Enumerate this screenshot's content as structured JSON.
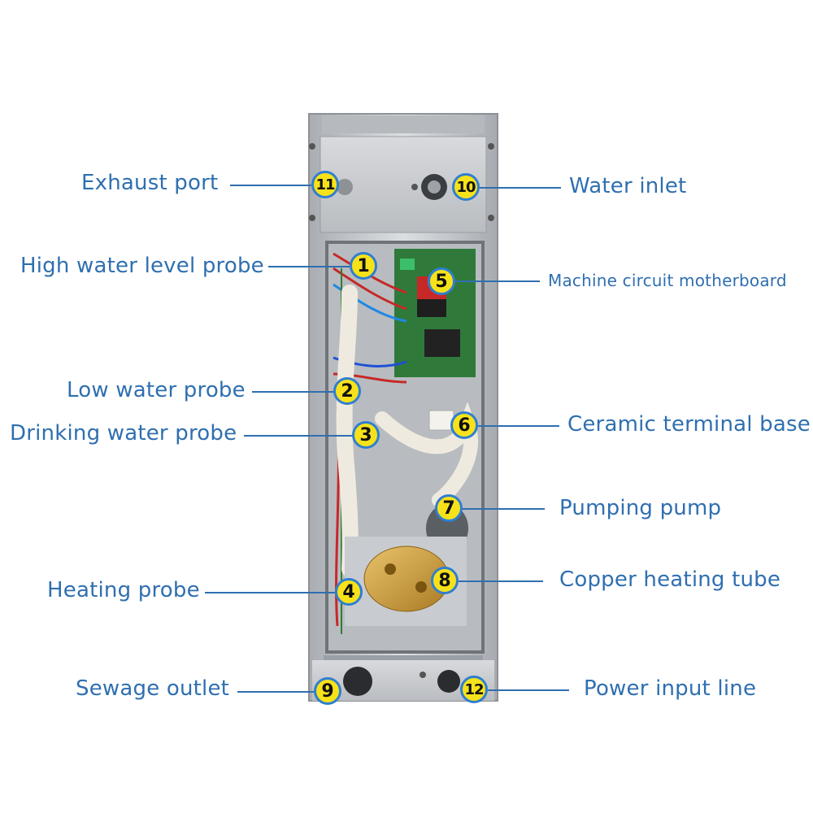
{
  "callouts": [
    {
      "num": "1",
      "label": "High water level probe"
    },
    {
      "num": "2",
      "label": "Low water probe"
    },
    {
      "num": "3",
      "label": "Drinking water probe"
    },
    {
      "num": "4",
      "label": "Heating probe"
    },
    {
      "num": "5",
      "label": "Machine circuit motherboard"
    },
    {
      "num": "6",
      "label": "Ceramic terminal base"
    },
    {
      "num": "7",
      "label": "Pumping pump"
    },
    {
      "num": "8",
      "label": "Copper heating tube"
    },
    {
      "num": "9",
      "label": "Sewage outlet"
    },
    {
      "num": "10",
      "label": "Water inlet"
    },
    {
      "num": "11",
      "label": "Exhaust port"
    },
    {
      "num": "12",
      "label": "Power input line"
    }
  ],
  "colors": {
    "label": "#2f6fb0",
    "badge_fill": "#f7e21a",
    "badge_ring": "#2f7fd0",
    "cabinet_steel": "#c9ccd0"
  }
}
